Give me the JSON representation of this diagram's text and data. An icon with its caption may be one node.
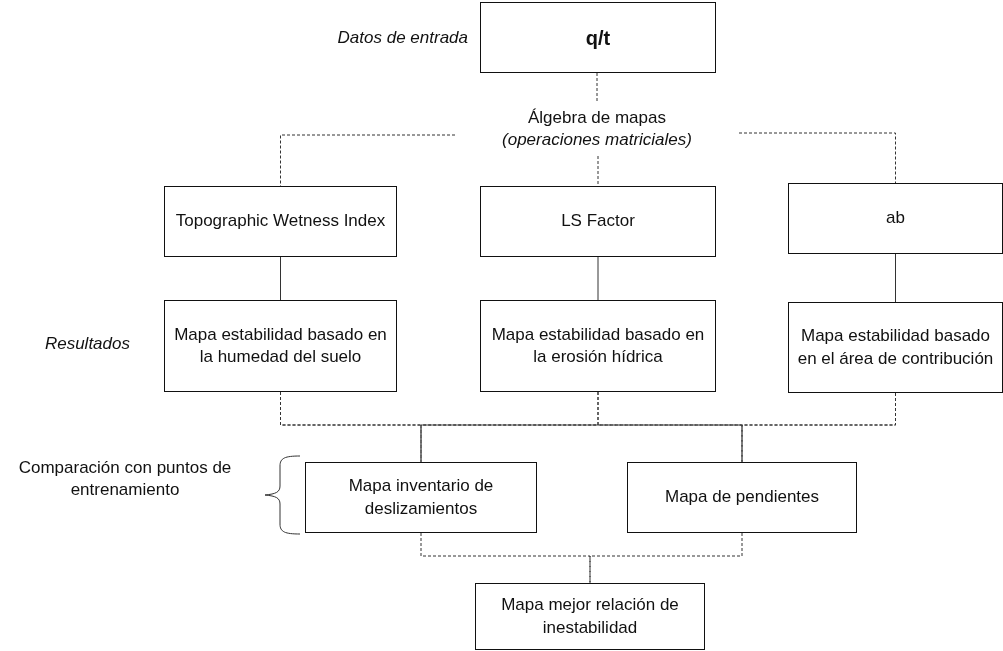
{
  "diagram": {
    "nodes": [
      {
        "text": [
          "q/t"
        ],
        "beside": [
          "Datos de entrada"
        ]
      },
      {
        "text": [
          "Álgebra de mapas",
          "(operaciones matriciales)"
        ]
      },
      {
        "text": [
          "Topographic Wetness Index"
        ]
      },
      {
        "text": [
          "LS Factor"
        ]
      },
      {
        "text": [
          "ab"
        ]
      },
      {
        "text": [
          "Mapa estabilidad basado en la humedad del suelo"
        ]
      },
      {
        "text": [
          "Mapa estabilidad basado en la erosión hídrica"
        ]
      },
      {
        "text": [
          "Mapa estabilidad basado en el área de contribución"
        ]
      },
      {
        "text": [
          "Mapa inventario de deslizamientos"
        ]
      },
      {
        "text": [
          "Mapa de pendientes"
        ]
      },
      {
        "text": [
          "Mapa mejor relación de inestabilidad"
        ]
      }
    ],
    "edges": [
      {
        "from": 0,
        "to": 1,
        "arrow": "none",
        "style": "dashed"
      },
      {
        "from": 1,
        "to": 2,
        "arrow": "none",
        "style": "dashed"
      },
      {
        "from": 1,
        "to": 3,
        "arrow": "none",
        "style": "dashed"
      },
      {
        "from": 1,
        "to": 4,
        "arrow": "none",
        "style": "dashed"
      },
      {
        "from": 2,
        "to": 5,
        "arrow": "none"
      },
      {
        "from": 3,
        "to": 6,
        "arrow": "none"
      },
      {
        "from": 4,
        "to": 7,
        "arrow": "none"
      },
      {
        "from": 5,
        "to": 8,
        "arrow": "none",
        "style": "dashed"
      },
      {
        "from": 5,
        "to": 9,
        "arrow": "none",
        "style": "dashed"
      },
      {
        "from": 6,
        "to": 8,
        "arrow": "none",
        "style": "dashed"
      },
      {
        "from": 6,
        "to": 9,
        "arrow": "none",
        "style": "dashed"
      },
      {
        "from": 7,
        "to": 8,
        "arrow": "none",
        "style": "dashed"
      },
      {
        "from": 7,
        "to": 9,
        "arrow": "none",
        "style": "dashed"
      },
      {
        "from": 8,
        "to": 10,
        "arrow": "none",
        "style": "dashed"
      },
      {
        "from": 9,
        "to": 10,
        "arrow": "none",
        "style": "dashed"
      }
    ],
    "labels": [
      "Resultados",
      "Comparación con puntos de entrenamiento"
    ]
  }
}
